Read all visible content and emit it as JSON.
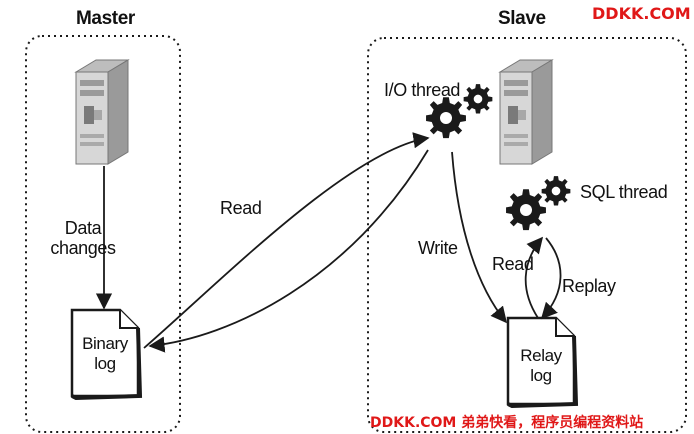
{
  "master": {
    "title": "Master",
    "data_changes": [
      "Data",
      "changes"
    ],
    "binary_log": [
      "Binary",
      "log"
    ]
  },
  "slave": {
    "title": "Slave",
    "io_thread": "I/O thread",
    "sql_thread": "SQL thread",
    "relay_log": [
      "Relay",
      "log"
    ],
    "write": "Write",
    "read": "Read",
    "replay": "Replay"
  },
  "arrows": {
    "read": "Read"
  },
  "watermarks": {
    "top": "DDKK.COM",
    "bottom": "DDKK.COM 弟弟快看，程序员编程资料站"
  },
  "colors": {
    "watermark": "#e01818",
    "stroke": "#1a1a1a"
  }
}
